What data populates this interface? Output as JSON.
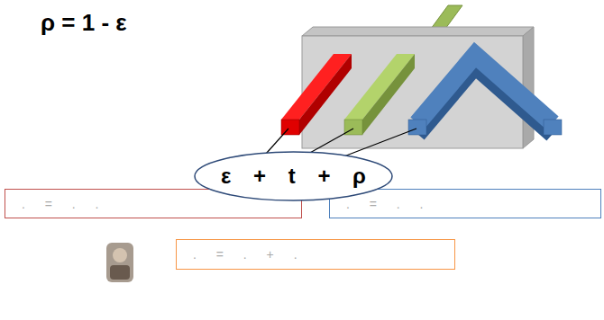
{
  "diagram": {
    "nodes": [
      {
        "text": [
          "ε + t + ρ"
        ]
      },
      {
        "text": [
          ". = . ."
        ]
      },
      {
        "text": [
          ". = . ."
        ]
      },
      {
        "text": [
          ". = . + ."
        ]
      }
    ],
    "labels": [
      "ρ = 1 - ε"
    ]
  }
}
